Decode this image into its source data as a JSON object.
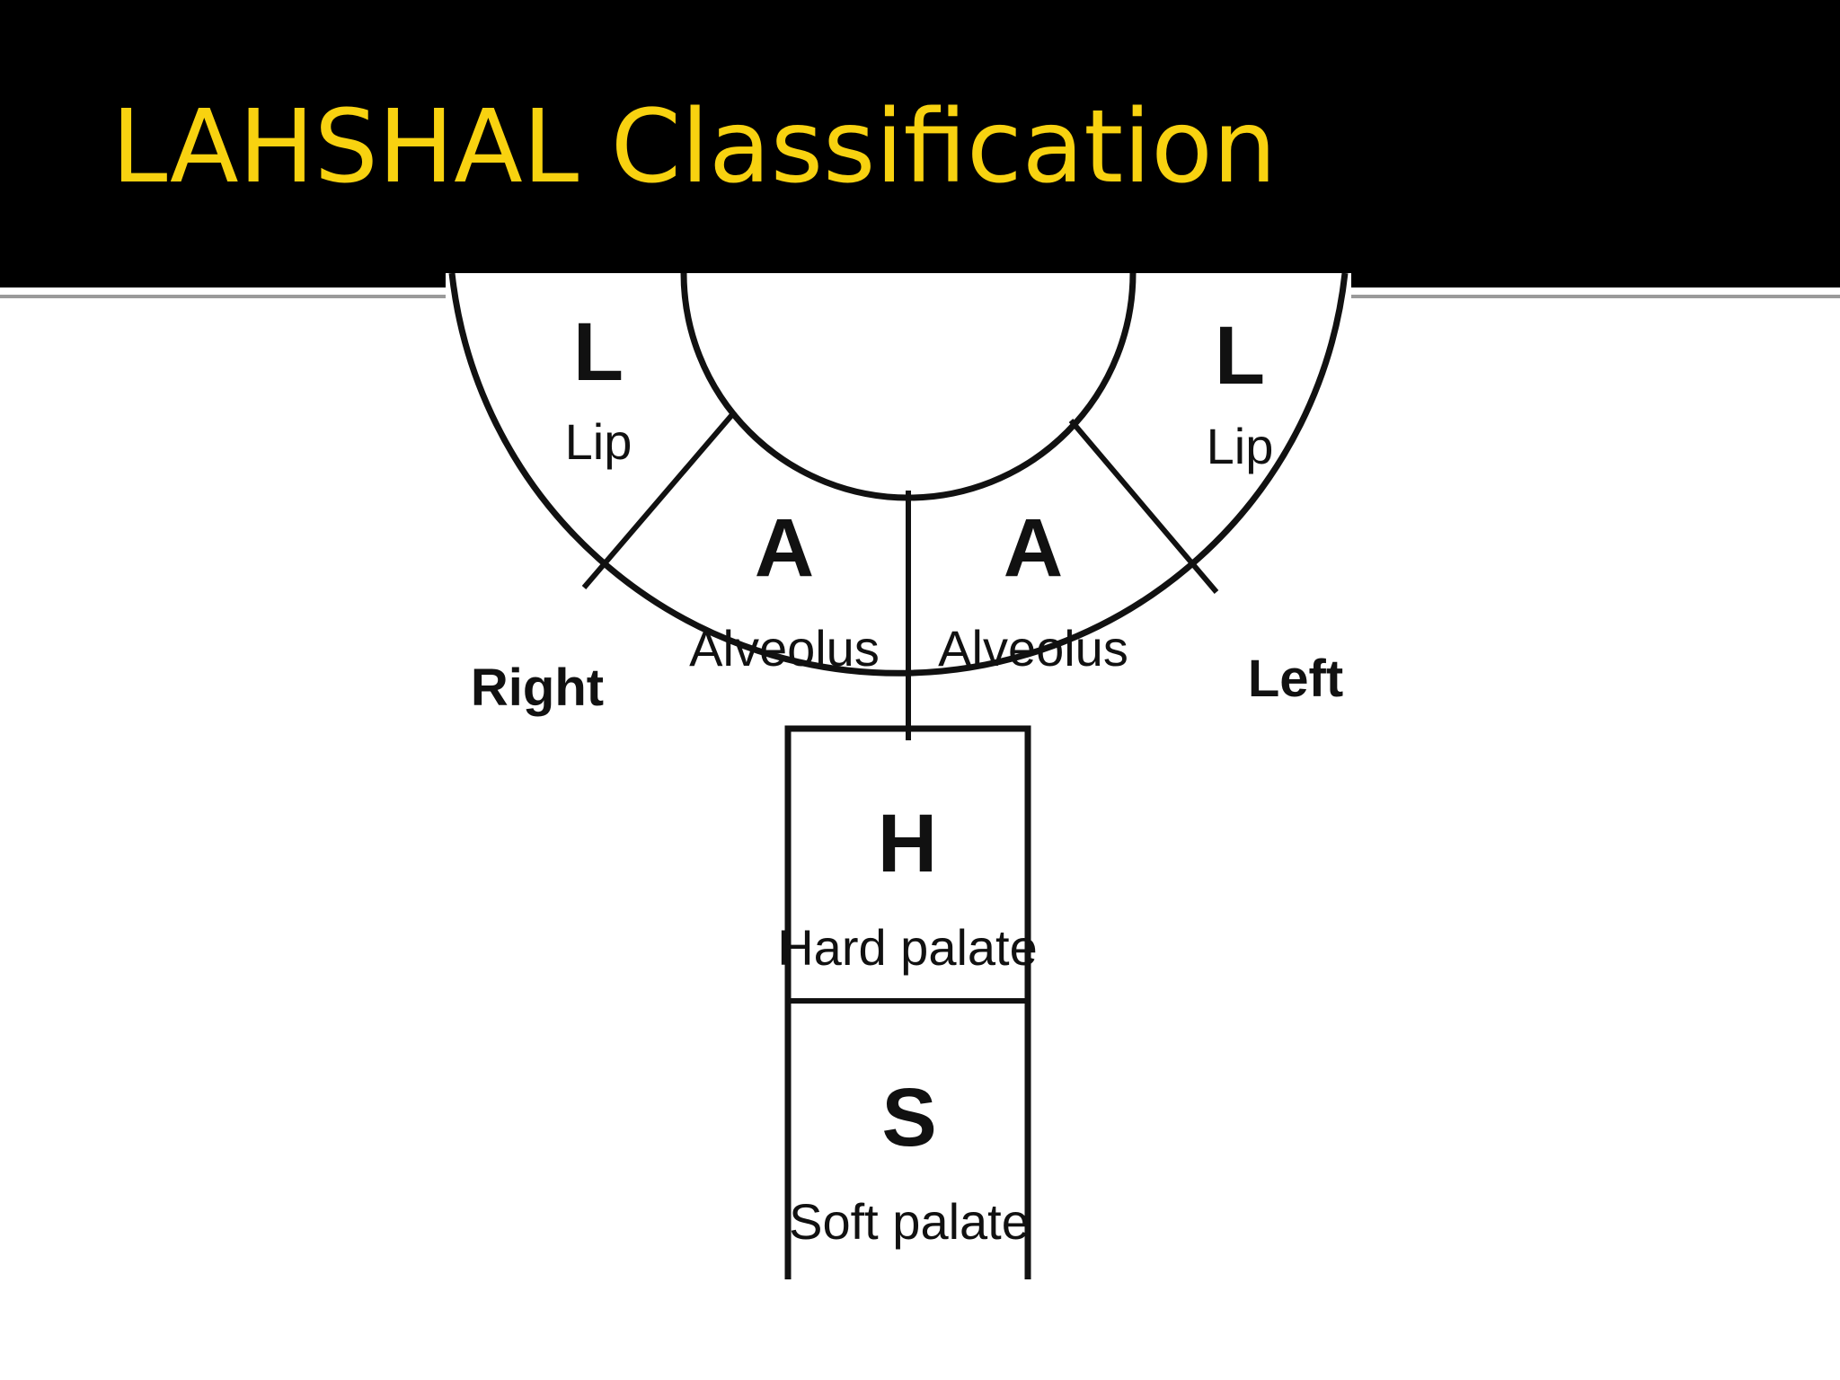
{
  "slide": {
    "title": "LAHSHAL Classification",
    "title_color": "#f8d210",
    "header_background": "#000000"
  },
  "diagram": {
    "sides": {
      "right": "Right",
      "left": "Left"
    },
    "segments": {
      "right_lip": {
        "code": "L",
        "name": "Lip"
      },
      "right_alveolus": {
        "code": "A",
        "name": "Alveolus"
      },
      "left_alveolus": {
        "code": "A",
        "name": "Alveolus"
      },
      "left_lip": {
        "code": "L",
        "name": "Lip"
      },
      "hard_palate": {
        "code": "H",
        "name": "Hard palate"
      },
      "soft_palate": {
        "code": "S",
        "name": "Soft palate"
      }
    }
  }
}
